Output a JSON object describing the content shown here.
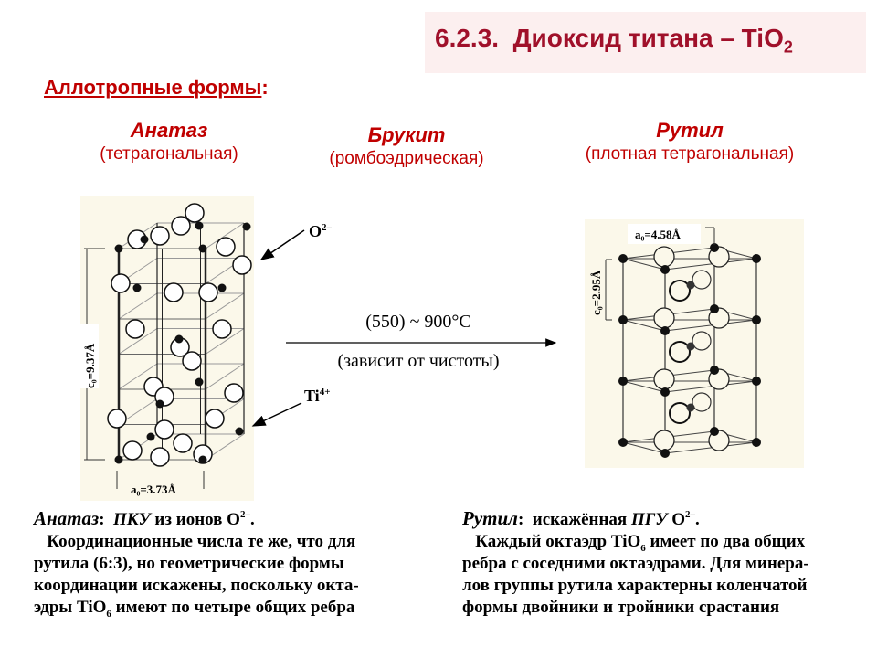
{
  "title": {
    "main": "6.2.3.  Диоксид титана – TiO",
    "sub": "2"
  },
  "subheading": {
    "text": "Аллотропные формы",
    "colon": ":"
  },
  "forms": [
    {
      "name": "Анатаз",
      "system": "(тетрагональная)"
    },
    {
      "name": "Брукит",
      "system": "(ромбоэдрическая)"
    },
    {
      "name": "Рутил",
      "system": "(плотная тетрагональная)"
    }
  ],
  "labels": {
    "oxygen": "O",
    "oxygen_charge": "2–",
    "titanium": "Ti",
    "titanium_charge": "4+"
  },
  "transition": {
    "temperature": "(550) ~ 900°C",
    "note": "(зависит от чистоты)"
  },
  "anatase_dims": {
    "c": "c₀=9.37Å",
    "a": "a₀=3.73Å"
  },
  "rutile_dims": {
    "c": "c₀=2.95Å",
    "a": "a₀=4.58Å"
  },
  "anatase_text": {
    "head": "Анатаз",
    "l1a": ":  ",
    "l1b": "ПКУ",
    "l1c": " из ионов O",
    "l1sup": "2–",
    "l1d": ".",
    "l2": "   Координационные числа те же, что для",
    "l3": "рутила (6:3), но геометрические формы",
    "l4": "координации искажены, поскольку окта-",
    "l5a": "эдры TiO",
    "l5sub": "6",
    "l5b": " имеют по четыре общих ребра"
  },
  "rutile_text": {
    "head": "Рутил",
    "l1a": ":  искажённая ",
    "l1b": "ПГУ",
    "l1c": " O",
    "l1sup": "2–",
    "l1d": ".",
    "l2a": "   Каждый октаэдр TiO",
    "l2sub": "6",
    "l2b": " имеет по два общих",
    "l3": "ребра с соседними октаэдрами. Для минера-",
    "l4": "лов группы рутила характерны коленчатой",
    "l5": "формы двойники и тройники срастания"
  },
  "colors": {
    "title": "#a0102a",
    "accent": "#c00000",
    "title_bg": "#fcefef",
    "figure_bg": "#fbf8ea"
  }
}
